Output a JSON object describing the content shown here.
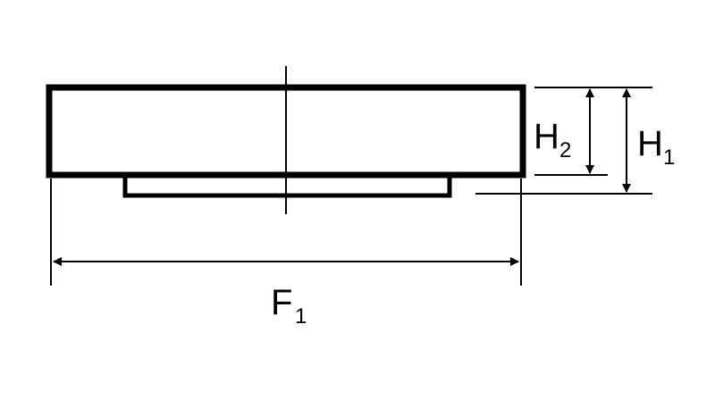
{
  "dimensions": {
    "width_label": {
      "letter": "F",
      "subscript": "1"
    },
    "total_height_label": {
      "letter": "H",
      "subscript": "1"
    },
    "body_height_label": {
      "letter": "H",
      "subscript": "2"
    }
  },
  "colors": {
    "line": "#000000",
    "background": "#ffffff"
  }
}
